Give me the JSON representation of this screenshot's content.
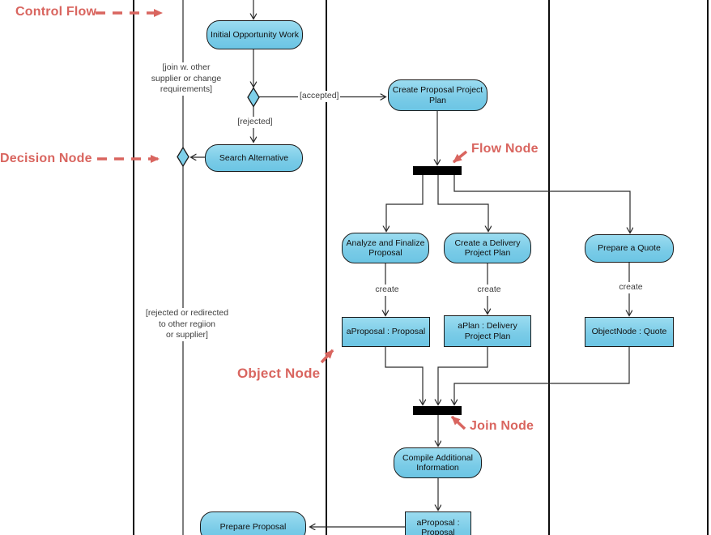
{
  "diagram": {
    "annotation_color": "#d9655f",
    "node_fill": "#84cfe9",
    "annotations": {
      "control_flow": "Control Flow",
      "decision_node": "Decision Node",
      "flow_node": "Flow Node",
      "object_node": "Object Node",
      "join_node": "Join Node"
    },
    "activities": {
      "initial_opportunity_work": "Initial Opportunity Work",
      "search_alternative": "Search Alternative",
      "create_proposal_project_plan": "Create Proposal Project Plan",
      "analyze_and_finalize_proposal": "Analyze and Finalize Proposal",
      "create_a_delivery_project_plan": "Create a Delivery Project Plan",
      "prepare_a_quote": "Prepare a Quote",
      "compile_additional_information": "Compile Additional Information",
      "prepare_proposal": "Prepare Proposal"
    },
    "object_nodes": {
      "a_proposal": "aProposal : Proposal",
      "a_plan": "aPlan : Delivery Project Plan",
      "quote": "ObjectNode : Quote",
      "a_proposal_bottom": "aProposal : Proposal"
    },
    "edge_labels": {
      "join_with_other": "[join w. other\nsupplier or change\nrequirements]",
      "accepted": "[accepted]",
      "rejected": "[rejected]",
      "rejected_or_redirected": "[rejected or redirected\nto other regiion\nor supplier]",
      "create": "create"
    }
  }
}
